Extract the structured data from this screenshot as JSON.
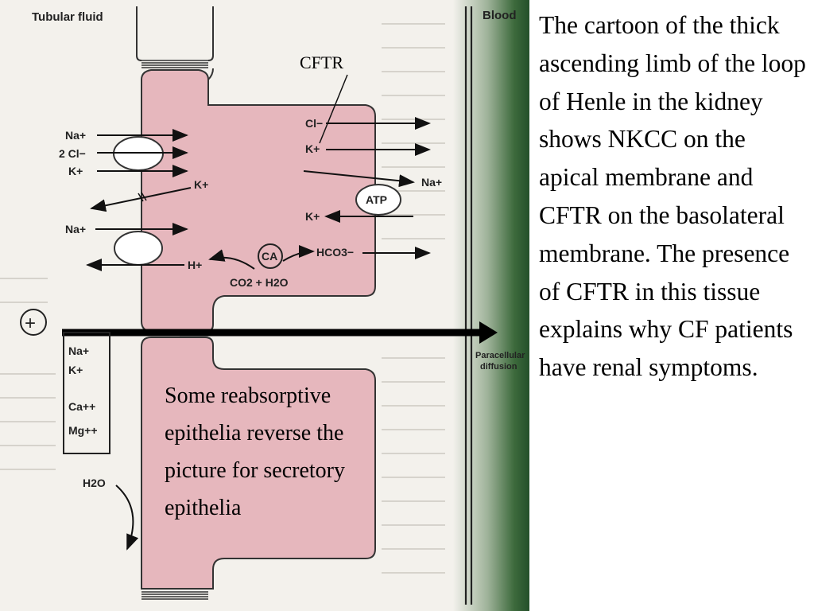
{
  "diagram": {
    "tubular_fluid_label": "Tubular fluid",
    "blood_label": "Blood",
    "cftr_label": "CFTR",
    "paracellular_label_1": "Paracellular",
    "paracellular_label_2": "diffusion",
    "plus_symbol": "+",
    "apical_ions": {
      "na": "Na+",
      "cl2": "2 Cl−",
      "k": "K+",
      "k_recycle": "K+",
      "na_exchanger": "Na+",
      "h": "H+"
    },
    "basolateral_ions": {
      "cl": "Cl−",
      "k1": "K+",
      "na": "Na+",
      "k2": "K+",
      "hco3": "HCO3−"
    },
    "atp_label": "ATP",
    "ca_label": "CA",
    "co2_h2o": "CO2 + H2O",
    "paracellular_ions": [
      "Na+",
      "K+",
      "Ca++",
      "Mg++"
    ],
    "water_label": "H2O"
  },
  "overlay_text": "Some reabsorptive epithelia reverse the picture for secretory epithelia",
  "caption_text": "The cartoon of the thick ascending limb of the loop of Henle in the kidney shows NKCC on the apical membrane and CFTR on the basolateral membrane. The presence of CFTR in this tissue explains why CF patients have renal symptoms."
}
